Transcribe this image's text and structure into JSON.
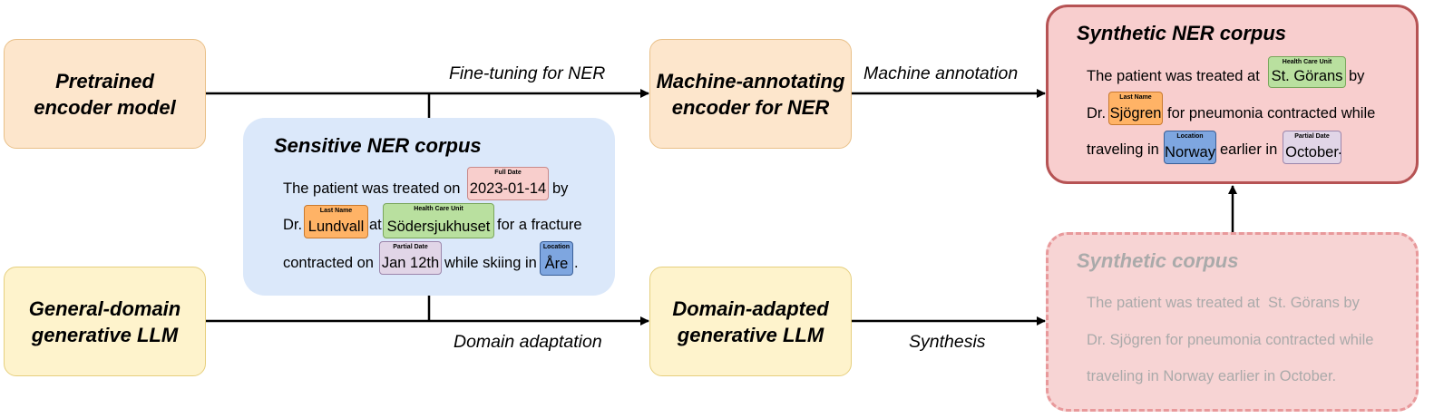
{
  "boxes": {
    "pretrained": "Pretrained\nencoder model",
    "general": "General-domain\ngenerative LLM",
    "machine": "Machine-annotating\nencoder for NER",
    "domain": "Domain-adapted\ngenerative LLM"
  },
  "edge_labels": {
    "finetune": "Fine-tuning for NER",
    "domain_adapt": "Domain adaptation",
    "machine_annot": "Machine annotation",
    "synthesis": "Synthesis"
  },
  "sensitive": {
    "title": "Sensitive NER corpus",
    "l1a": "The patient was treated on",
    "e_date": "2023-01-14",
    "t_date": "Full Date",
    "l1b": "by",
    "l2a": "Dr.",
    "e_name": "Lundvall",
    "t_name": "Last Name",
    "l2b": "at",
    "e_unit": "Södersjukhuset",
    "t_unit": "Health Care Unit",
    "l2c": "for a fracture",
    "l3a": "contracted on",
    "e_pdate": "Jan 12th",
    "t_pdate": "Partial Date",
    "l3b": "while skiing in",
    "e_loc": "Åre",
    "t_loc": "Location",
    "l3c": "."
  },
  "synthetic_ner": {
    "title": "Synthetic NER corpus",
    "l1a": "The patient was treated at",
    "e_unit": "St. Görans",
    "t_unit": "Health Care Unit",
    "l1b": "by",
    "l2a": "Dr.",
    "e_name": "Sjögren",
    "t_name": "Last Name",
    "l2b": "for pneumonia contracted while",
    "l3a": "traveling in",
    "e_loc": "Norway",
    "t_loc": "Location",
    "l3b": "earlier in",
    "e_pdate": "October",
    "t_pdate": "Partial Date",
    "l3c": "."
  },
  "synthetic": {
    "title": "Synthetic corpus",
    "line1": "The patient was treated at  St. Görans by",
    "line2": "Dr. Sjögren for pneumonia contracted while",
    "line3": "traveling in Norway earlier in October."
  }
}
